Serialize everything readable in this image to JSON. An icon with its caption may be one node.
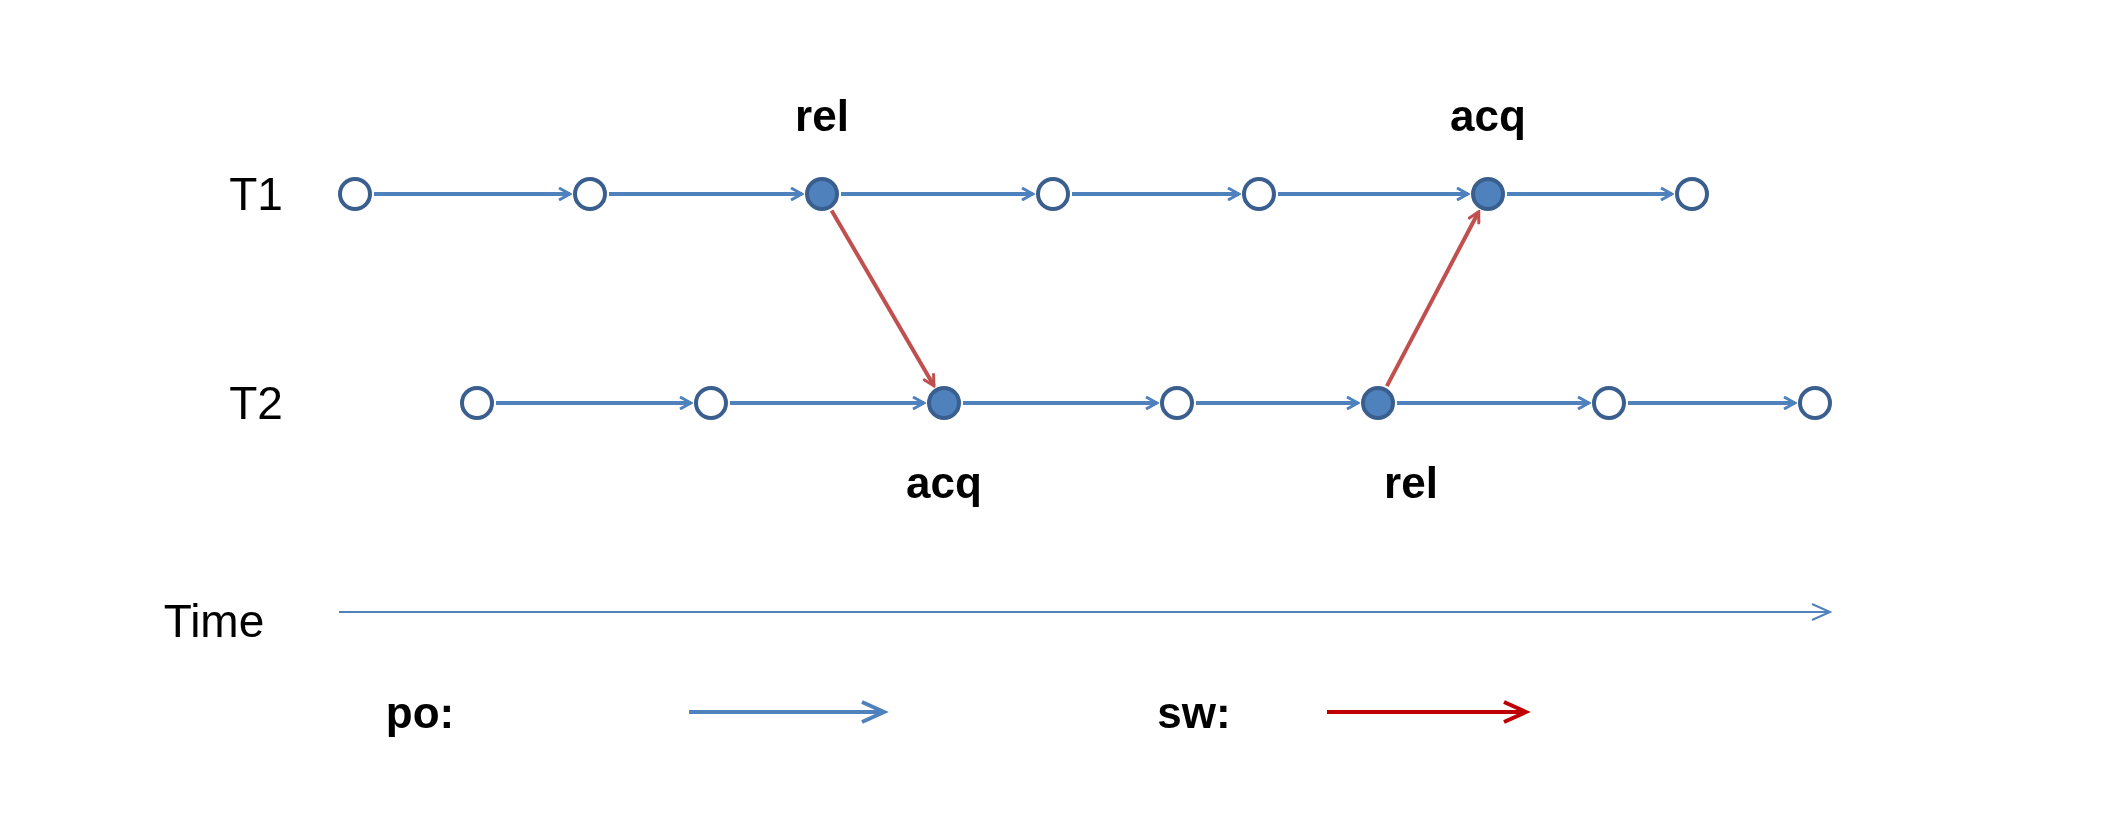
{
  "diagram": {
    "nodes": [
      {
        "text": [],
        "shape": "circle"
      },
      {
        "text": [],
        "shape": "circle"
      },
      {
        "text": [],
        "shape": "circle",
        "beside": [
          "rel"
        ]
      },
      {
        "text": [],
        "shape": "circle"
      },
      {
        "text": [],
        "shape": "circle"
      },
      {
        "text": [],
        "shape": "circle",
        "beside": [
          "acq"
        ]
      },
      {
        "text": [],
        "shape": "circle"
      },
      {
        "text": [],
        "shape": "circle"
      },
      {
        "text": [],
        "shape": "circle"
      },
      {
        "text": [],
        "shape": "circle",
        "beside": [
          "acq"
        ]
      },
      {
        "text": [],
        "shape": "circle"
      },
      {
        "text": [],
        "shape": "circle",
        "beside": [
          "rel"
        ]
      },
      {
        "text": [],
        "shape": "circle"
      },
      {
        "text": [],
        "shape": "circle"
      }
    ],
    "edges": [
      {
        "from": 0,
        "to": 1,
        "arrow": "to"
      },
      {
        "from": 1,
        "to": 2,
        "arrow": "to"
      },
      {
        "from": 2,
        "to": 3,
        "arrow": "to"
      },
      {
        "from": 3,
        "to": 4,
        "arrow": "to"
      },
      {
        "from": 4,
        "to": 5,
        "arrow": "to"
      },
      {
        "from": 5,
        "to": 6,
        "arrow": "to"
      },
      {
        "from": 7,
        "to": 8,
        "arrow": "to"
      },
      {
        "from": 8,
        "to": 9,
        "arrow": "to"
      },
      {
        "from": 9,
        "to": 10,
        "arrow": "to"
      },
      {
        "from": 10,
        "to": 11,
        "arrow": "to"
      },
      {
        "from": 11,
        "to": 12,
        "arrow": "to"
      },
      {
        "from": 12,
        "to": 13,
        "arrow": "to"
      },
      {
        "from": 2,
        "to": 9,
        "arrow": "to",
        "color": "#c0504d"
      },
      {
        "from": 11,
        "to": 5,
        "arrow": "to",
        "color": "#c0504d"
      }
    ],
    "labels": [
      "T1",
      "T2",
      "Time"
    ],
    "legend": [
      {
        "text": "po:"
      },
      {
        "text": "sw:"
      }
    ]
  }
}
